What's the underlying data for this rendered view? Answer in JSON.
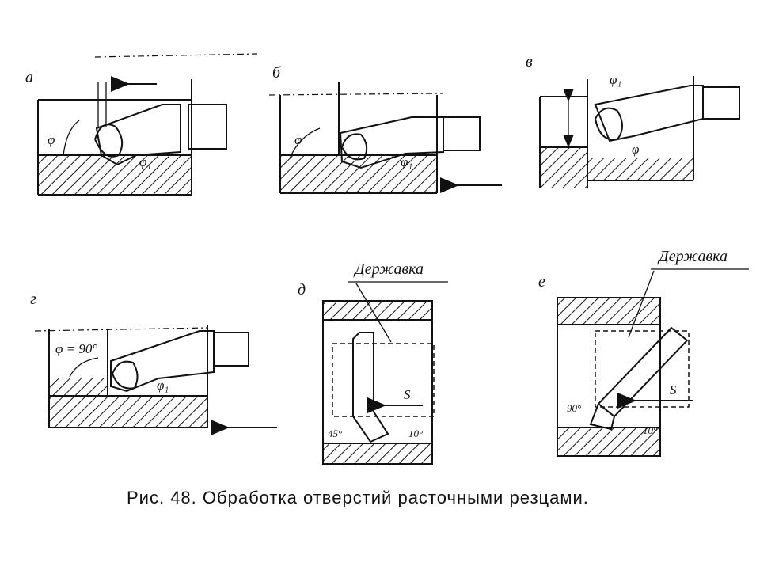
{
  "caption": "Рис. 48. Обработка отверстий расточными резцами.",
  "panels": [
    {
      "letter": "а",
      "angle_main": "φ",
      "angle_aux": "φ₁"
    },
    {
      "letter": "б",
      "angle_main": "φ",
      "angle_aux": "φ₁"
    },
    {
      "letter": "в",
      "angle_main": "φ",
      "angle_aux": "φ₁"
    },
    {
      "letter": "г",
      "angle_main": "φ = 90°",
      "angle_aux": "φ₁"
    },
    {
      "letter": "д",
      "holder": "Державка",
      "feed": "S",
      "angle_a": "45°",
      "angle_b": "10°"
    },
    {
      "letter": "е",
      "holder": "Державка",
      "feed": "S",
      "angle_a": "90°",
      "angle_b": "10°"
    }
  ]
}
